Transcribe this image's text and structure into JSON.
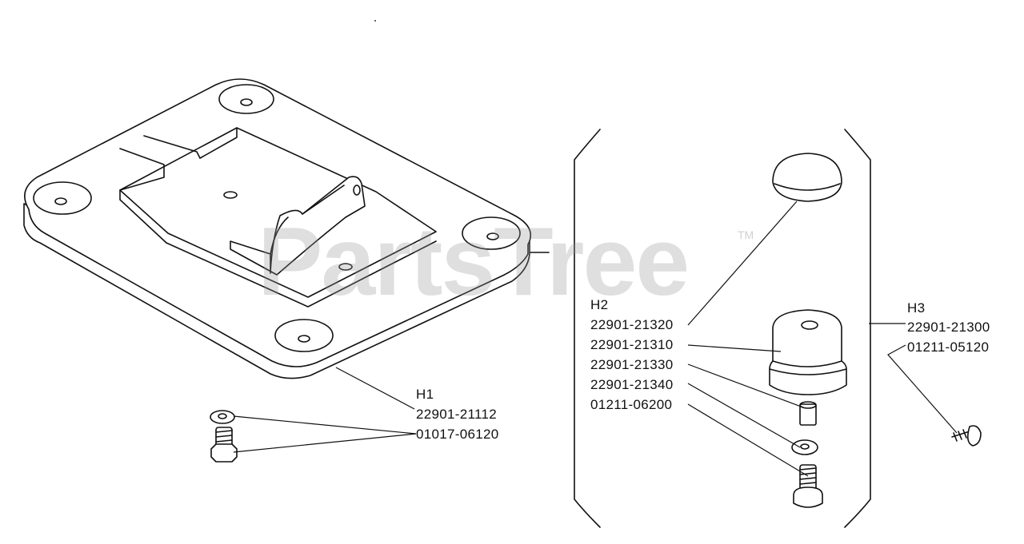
{
  "watermark": {
    "text": "PartsTree",
    "trademark": "TM"
  },
  "groups": {
    "h1": {
      "code": "H1",
      "parts": [
        "22901-21112",
        "01017-06120"
      ]
    },
    "h2": {
      "code": "H2",
      "parts": [
        "22901-21320",
        "22901-21310",
        "22901-21330",
        "22901-21340",
        "01211-06200"
      ]
    },
    "h3": {
      "code": "H3",
      "parts": [
        "22901-21300",
        "01211-05120"
      ]
    }
  },
  "colors": {
    "line": "#111111",
    "watermark": "#969696",
    "background": "#ffffff"
  }
}
